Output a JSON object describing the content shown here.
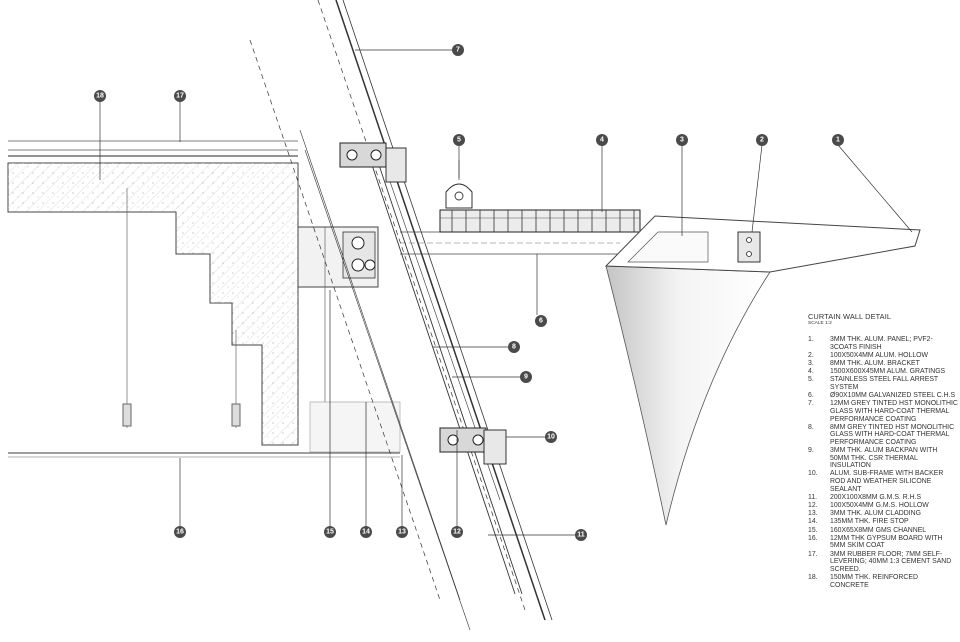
{
  "legend": {
    "title": "CURTAIN WALL DETAIL",
    "scale": "SCALE 1:2",
    "items": [
      {
        "num": "1.",
        "text": "3MM THK. ALUM. PANEL; PVF2-3COATS FINISH"
      },
      {
        "num": "2.",
        "text": "100X50X4MM ALUM. HOLLOW"
      },
      {
        "num": "3.",
        "text": "8MM THK. ALUM. BRACKET"
      },
      {
        "num": "4.",
        "text": "1500X600X45MM ALUM. GRATINGS"
      },
      {
        "num": "5.",
        "text": "STAINLESS STEEL FALL ARREST SYSTEM"
      },
      {
        "num": "6.",
        "text": "Ø90X10MM GALVANIZED STEEL C.H.S"
      },
      {
        "num": "7.",
        "text": "12MM GREY TINTED HST MONOLITHIC GLASS WITH HARD-COAT THERMAL PERFORMANCE COATING"
      },
      {
        "num": "8.",
        "text": "8MM GREY TINTED HST MONOLITHIC GLASS WITH HARD-COAT THERMAL PERFORMANCE COATING"
      },
      {
        "num": "9.",
        "text": "3MM THK. ALUM BACKPAN WITH 50MM THK. CSR THERMAL INSULATION"
      },
      {
        "num": "10.",
        "text": "ALUM. SUB-FRAME WITH BACKER ROD AND WEATHER SILICONE SEALANT"
      },
      {
        "num": "11.",
        "text": "200X100X8MM G.M.S. R.H.S"
      },
      {
        "num": "12.",
        "text": "100X50X4MM G.M.S. HOLLOW"
      },
      {
        "num": "13.",
        "text": "3MM THK. ALUM CLADDING"
      },
      {
        "num": "14.",
        "text": "135MM THK. FIRE STOP"
      },
      {
        "num": "15.",
        "text": "160X65X8MM GMS CHANNEL"
      },
      {
        "num": "16.",
        "text": "12MM THK GYPSUM BOARD WITH 5MM SKIM COAT"
      },
      {
        "num": "17.",
        "text": "3MM RUBBER FLOOR; 7MM SELF-LEVERING; 40MM 1:3 CEMENT SAND SCREED."
      },
      {
        "num": "18.",
        "text": "150MM THK. REINFORCED CONCRETE"
      }
    ]
  },
  "callouts": [
    "1",
    "2",
    "3",
    "4",
    "5",
    "6",
    "7",
    "8",
    "9",
    "10",
    "11",
    "12",
    "13",
    "14",
    "15",
    "16",
    "17",
    "18"
  ]
}
